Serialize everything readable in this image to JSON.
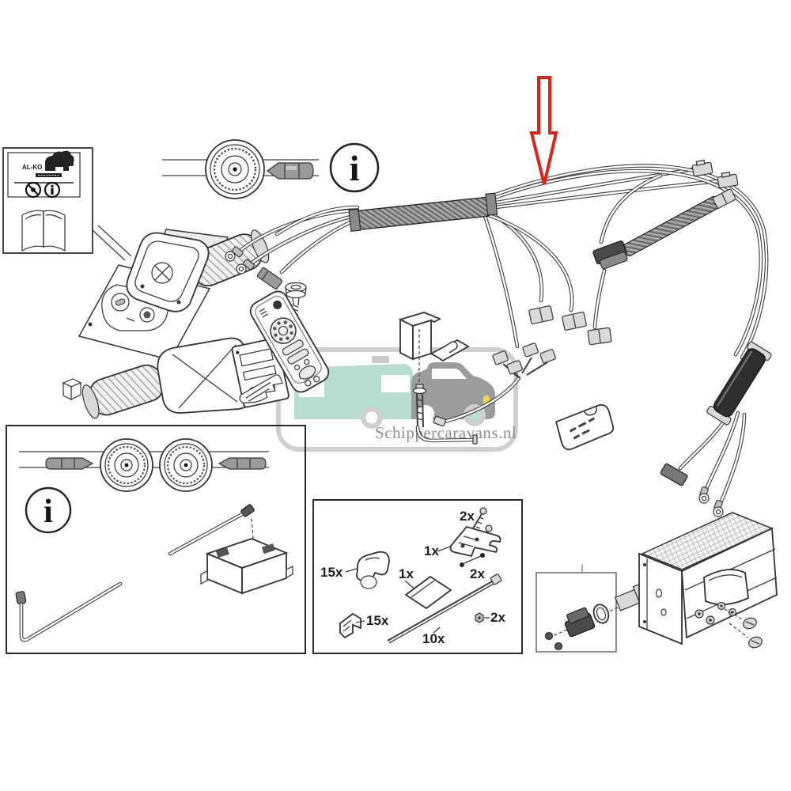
{
  "watermark": {
    "text": "Schippercaravans.nl",
    "colors": {
      "caravan": "#b7dcd2",
      "car": "#9c9c9c",
      "wheel_ring": "#cfcfcf",
      "border": "#cfcfcf",
      "text": "#8f8f8f",
      "headlight": "#eed54d"
    }
  },
  "highlight_arrow": {
    "color": "#d9251d"
  },
  "instructions_label": {
    "logo_text": "AL-KO",
    "icons": [
      "prohibition-icon",
      "circled-i-icon",
      "manual-book-icon"
    ]
  },
  "info_icon": {
    "glyph": "i"
  },
  "fasteners_kit": {
    "quantities": {
      "screws_top": "2x",
      "bracket_plate": "1x",
      "screws_mid": "2x",
      "cable_clamp": "15x",
      "adhesive_pad": "1x",
      "edge_clip": "15x",
      "cable_tie": "10x",
      "lock_nut": "2x"
    }
  }
}
